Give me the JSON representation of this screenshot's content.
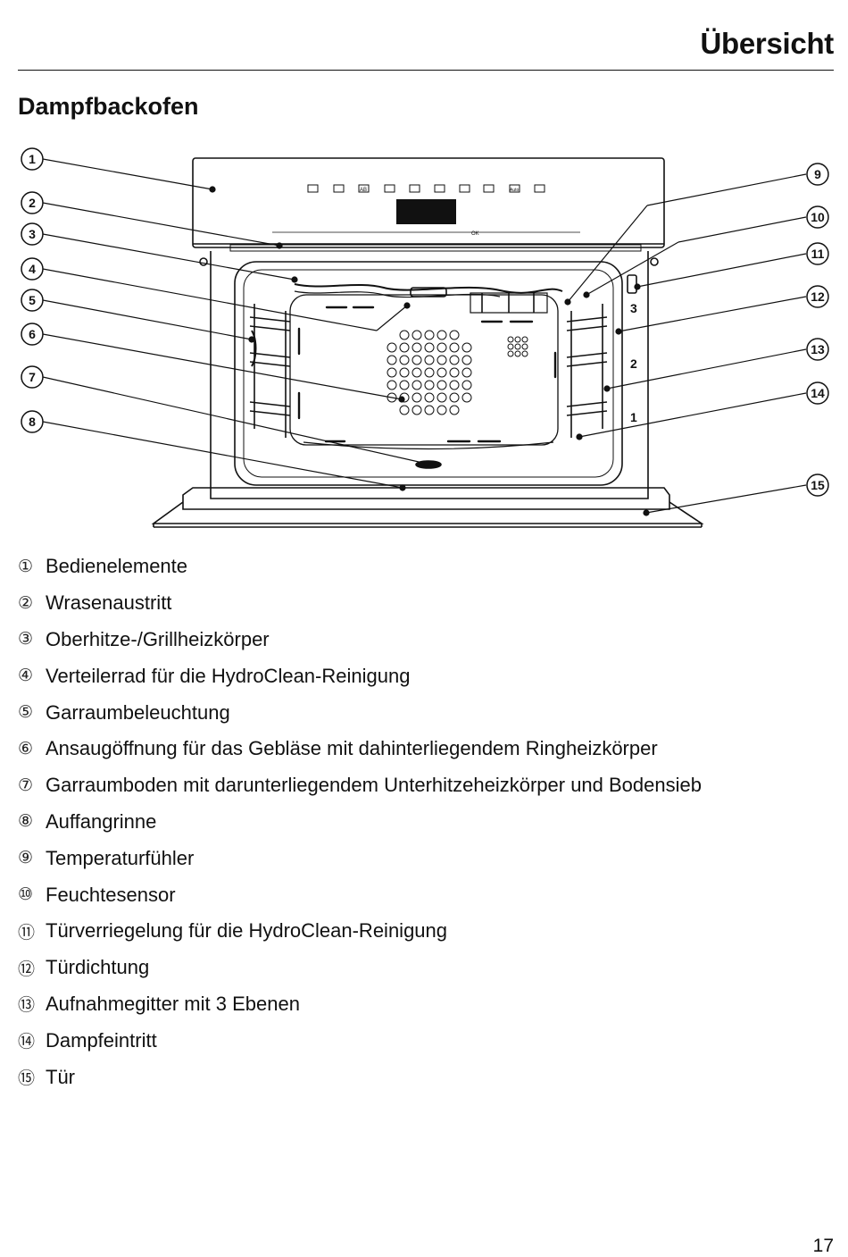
{
  "page": {
    "section_title": "Übersicht",
    "subtitle": "Dampfbackofen",
    "page_number": "17"
  },
  "diagram": {
    "callouts": [
      "1",
      "2",
      "3",
      "4",
      "5",
      "6",
      "7",
      "8",
      "9",
      "10",
      "11",
      "12",
      "13",
      "14",
      "15"
    ],
    "shelf_levels": [
      "3",
      "2",
      "1"
    ],
    "panel_labels": {
      "ab": "AB",
      "auto": "Auto",
      "ok": "OK"
    }
  },
  "legend": [
    {
      "num": "①",
      "text": "Bedienelemente"
    },
    {
      "num": "②",
      "text": "Wrasenaustritt"
    },
    {
      "num": "③",
      "text": "Oberhitze-/Grillheizkörper"
    },
    {
      "num": "④",
      "text": "Verteilerrad für die HydroClean-Reinigung"
    },
    {
      "num": "⑤",
      "text": "Garraumbeleuchtung"
    },
    {
      "num": "⑥",
      "text": "Ansaugöffnung für das Gebläse mit dahinterliegendem Ringheizkörper"
    },
    {
      "num": "⑦",
      "text": "Garraumboden mit darunterliegendem Unterhitzeheizkörper und Bodensieb"
    },
    {
      "num": "⑧",
      "text": "Auffangrinne"
    },
    {
      "num": "⑨",
      "text": "Temperaturfühler"
    },
    {
      "num": "⑩",
      "text": "Feuchtesensor"
    },
    {
      "num": "⑪",
      "text": "Türverriegelung für die HydroClean-Reinigung"
    },
    {
      "num": "⑫",
      "text": "Türdichtung"
    },
    {
      "num": "⑬",
      "text": "Aufnahmegitter mit 3 Ebenen"
    },
    {
      "num": "⑭",
      "text": "Dampfeintritt"
    },
    {
      "num": "⑮",
      "text": "Tür"
    }
  ]
}
